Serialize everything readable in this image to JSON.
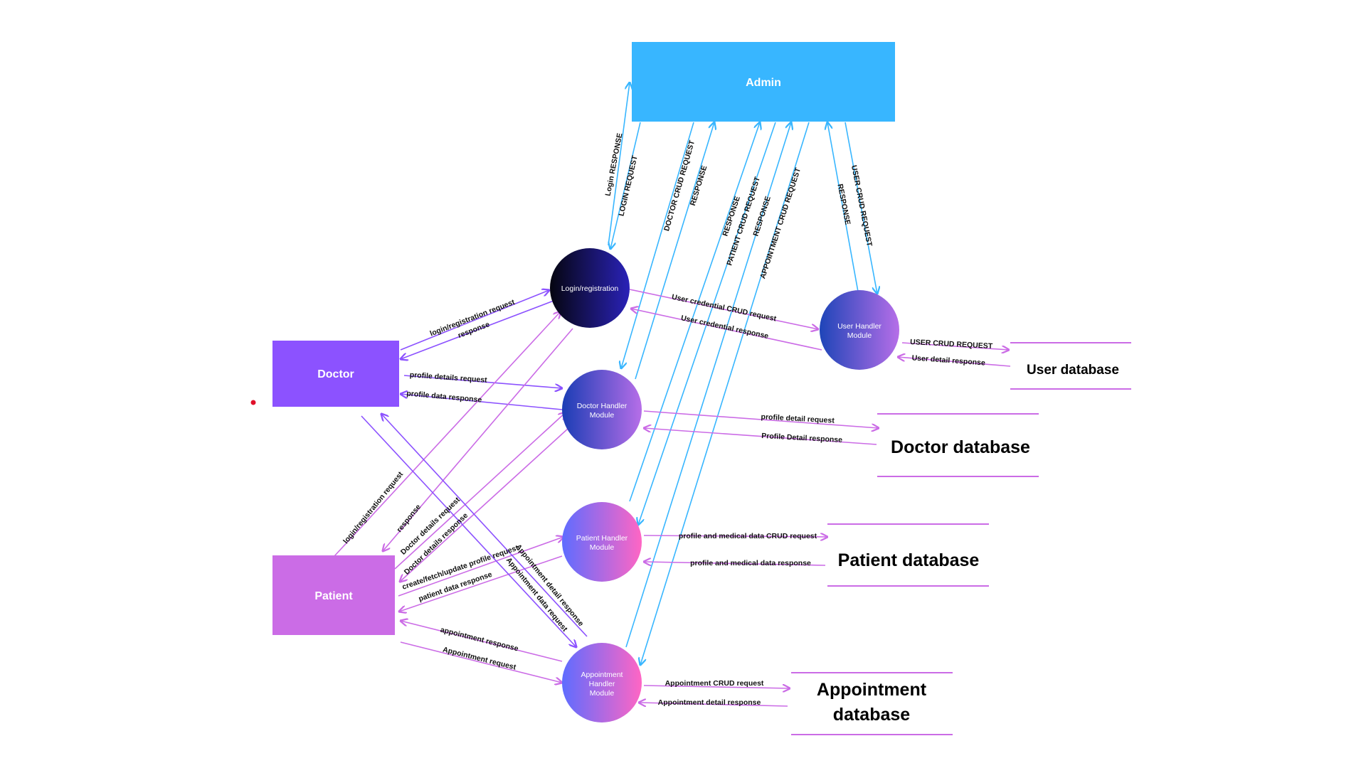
{
  "colors": {
    "admin": "#38B6FF",
    "doctor": "#8C52FF",
    "patient": "#CB6CE6",
    "blue_arrow": "#38B6FF",
    "purple_arrow": "#8C52FF",
    "violet_arrow": "#CB6CE6",
    "db_line": "#CB6CE6",
    "dot": "#E0102A"
  },
  "entities": {
    "admin": "Admin",
    "doctor": "Doctor",
    "patient": "Patient"
  },
  "processes": {
    "login": "Login/registration",
    "user_handler": [
      "User Handler",
      "Module"
    ],
    "doctor_handler": [
      "Doctor Handler",
      "Module"
    ],
    "patient_handler": [
      "Patient Handler",
      "Module"
    ],
    "appointment_handler": [
      "Appointment",
      "Handler",
      "Module"
    ]
  },
  "datastores": {
    "user": "User database",
    "doctor": "Doctor database",
    "patient": "Patient database",
    "appointment": [
      "Appointment",
      "database"
    ]
  },
  "labels": {
    "login_response": "Login RESPONSE",
    "login_request": "LOGIN REQUEST",
    "doctor_crud_request": "DOCTOR CRUD REQUEST",
    "doctor_response": "RESPONSE",
    "patient_response_1": "RESPONSE",
    "patient_crud_request": "PATIENT  CRUD REQUEST",
    "patient_response_2": "RESPONSE",
    "appointment_crud_request": "APPOINTMENT CRUD REQUEST",
    "user_response": "RESPONSE",
    "user_crud_request": "USER CRUD REQUEST",
    "doctor_login_request": "login/registration request",
    "doctor_login_response": "response",
    "user_credential_crud_request": "User credential CRUD request",
    "user_credential_response": "User credential response",
    "user_db_request": "USER CRUD REQUEST",
    "user_db_response": "User detail response",
    "profile_details_request": "profile details request",
    "profile_data_response": "profile data response",
    "profile_detail_request": "profile detail request",
    "profile_detail_response": "Profile Detail response",
    "patient_login_request": "login/registration request",
    "patient_login_response": "response",
    "doctor_details_request": "Doctor details request",
    "doctor_details_response": "Doctor details response",
    "create_fetch_profile": "create/fetch/update profile request",
    "patient_data_response": "patient data response",
    "appointment_detail_response": "Appointment detail response",
    "appointment_data_request": "Appointment data request",
    "profile_medical_crud_request": "profile and medical data CRUD request",
    "profile_medical_response": "profile and medical data response",
    "appointment_response": "appointment response",
    "appointment_request": "Appointment request",
    "appointment_db_crud_request": "Appointment CRUD request",
    "appointment_db_detail_response": "Appointment  detail response"
  }
}
